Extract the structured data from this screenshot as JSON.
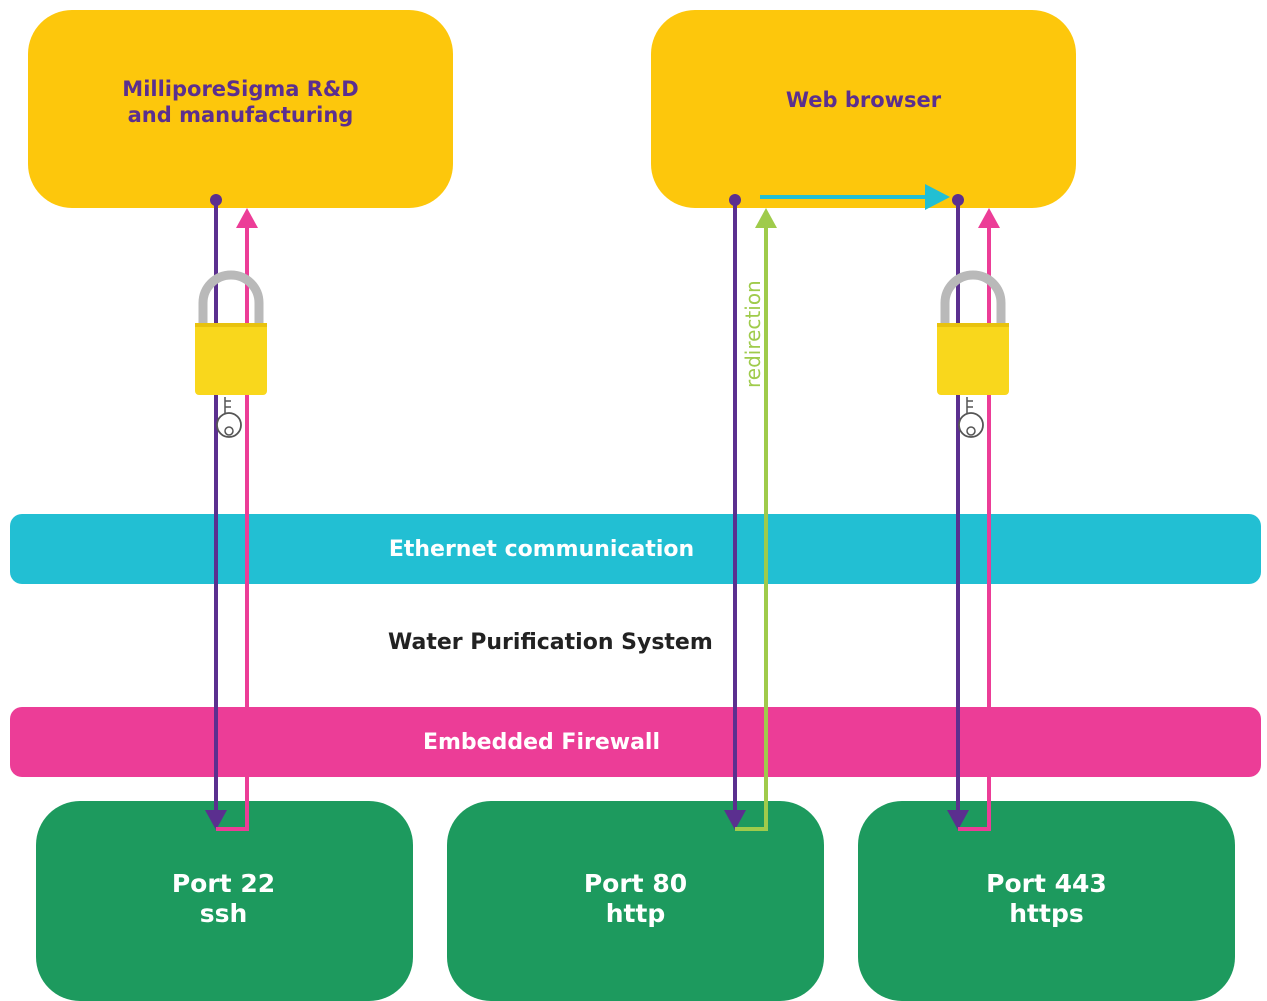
{
  "clients": {
    "rnd": {
      "line1": "MilliporeSigma R&D",
      "line2": "and manufacturing"
    },
    "browser": {
      "label": "Web browser"
    }
  },
  "bands": {
    "ethernet": "Ethernet communication",
    "firewall": "Embedded Firewall"
  },
  "system_label": "Water Purification System",
  "ports": [
    {
      "port": "Port 22",
      "protocol": "ssh"
    },
    {
      "port": "Port 80",
      "protocol": "http"
    },
    {
      "port": "Port 443",
      "protocol": "https"
    }
  ],
  "redirect_label": "redirection",
  "colors": {
    "client_box": "#fdc70c",
    "client_text": "#5b2f8f",
    "ethernet_band": "#22bfd3",
    "firewall_band": "#ec3d97",
    "port_box": "#1d9a5e",
    "request_line": "#5b2f8f",
    "response_line": "#ec3d97",
    "redirect_line": "#9fcb4b",
    "forward_arrow": "#22bfd3",
    "lock_body": "#f9d71c"
  }
}
